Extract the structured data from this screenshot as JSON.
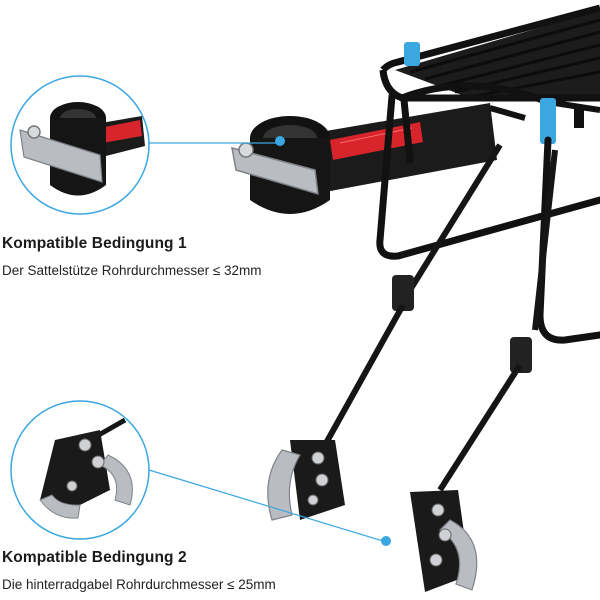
{
  "product": "rear bicycle cargo rack",
  "colors": {
    "accent": "#3aa7e0",
    "frame": "#151515",
    "reflector": "#d8242b",
    "clamp_metal": "#b9bcc0",
    "text": "#1a1a1a"
  },
  "conditions": [
    {
      "title": "Kompatible Bedingung 1",
      "spec": "Der Sattelstütze Rohrdurchmesser ≤ 32mm"
    },
    {
      "title": "Kompatible Bedingung 2",
      "spec": "Die hinterradgabel Rohrdurchmesser ≤ 25mm"
    }
  ]
}
